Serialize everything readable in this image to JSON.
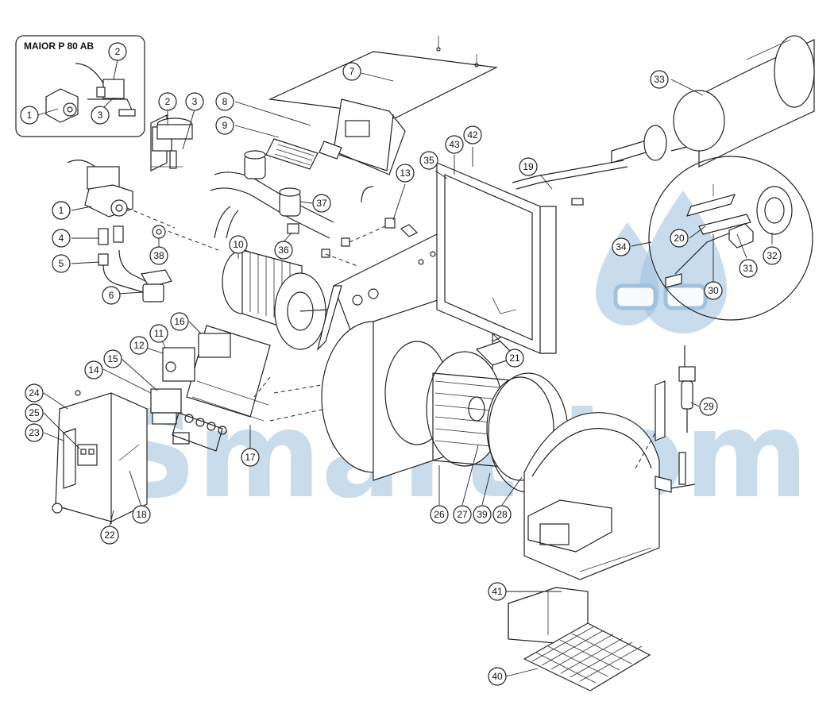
{
  "inset": {
    "title": "MAIOR P 80 AB"
  },
  "watermark": {
    "text": "Smartdom",
    "color": "#9cc0de"
  },
  "callouts": [
    "1",
    "2",
    "3",
    "1",
    "2",
    "3",
    "1",
    "4",
    "5",
    "6",
    "38",
    "7",
    "8",
    "9",
    "10",
    "36",
    "37",
    "13",
    "35",
    "43",
    "42",
    "19",
    "33",
    "34",
    "20",
    "30",
    "31",
    "32",
    "11",
    "12",
    "16",
    "14",
    "15",
    "17",
    "24",
    "25",
    "23",
    "18",
    "22",
    "21",
    "29",
    "26",
    "27",
    "39",
    "28",
    "41",
    "40"
  ]
}
